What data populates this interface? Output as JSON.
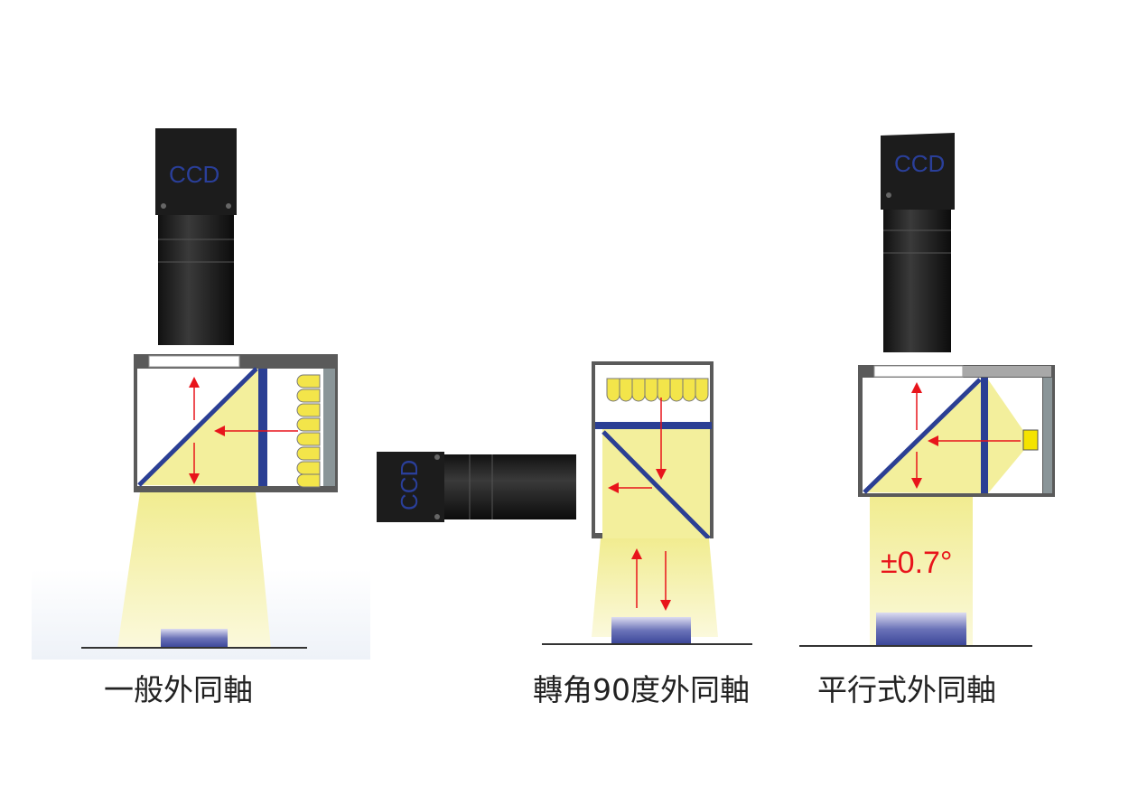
{
  "diagrams": [
    {
      "camera_label": "CCD",
      "caption": "一般外同軸"
    },
    {
      "camera_label": "CCD",
      "caption": "轉角90度外同軸"
    },
    {
      "camera_label": "CCD",
      "caption": "平行式外同軸",
      "angle_label": "±0.7°"
    }
  ],
  "colors": {
    "light": "#f3ef9c",
    "mirror": "#2b3f94",
    "arrow": "#e8141b",
    "camera": "#1a1a1a",
    "object": "#4a56a8"
  }
}
